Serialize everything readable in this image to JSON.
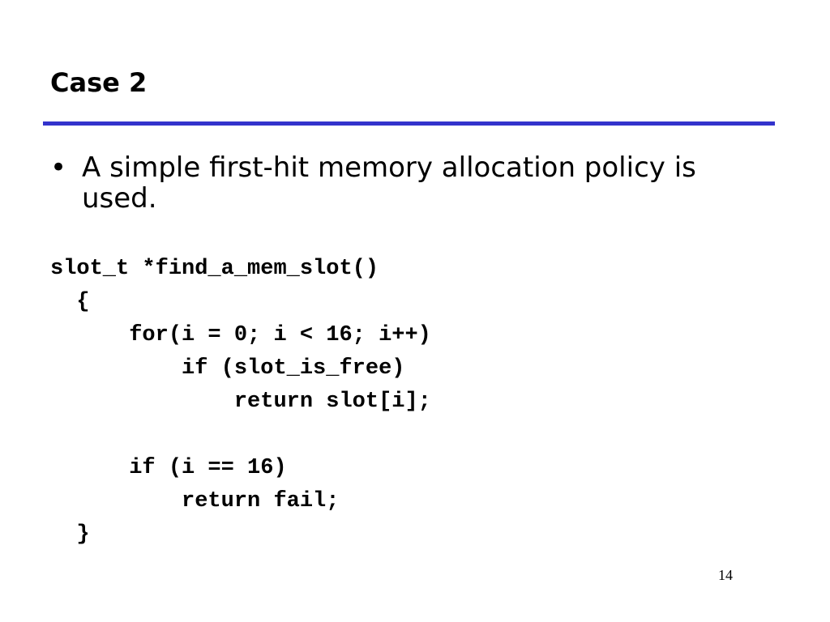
{
  "slide": {
    "title": "Case 2",
    "bullets": [
      {
        "marker": "•",
        "text": "A simple first-hit memory allocation policy is used."
      }
    ],
    "code_lines": [
      "slot_t *find_a_mem_slot()",
      "  {",
      "      for(i = 0; i < 16; i++)",
      "          if (slot_is_free)",
      "              return slot[i];",
      "",
      "      if (i == 16)",
      "          return fail;",
      "  }"
    ],
    "page_number": "14",
    "rule_color": "#3333cc"
  }
}
